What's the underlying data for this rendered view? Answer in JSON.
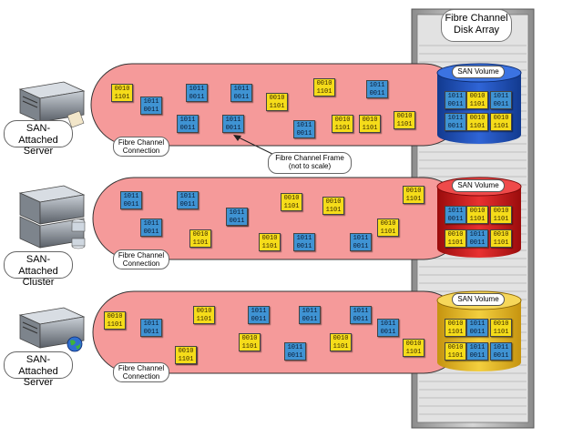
{
  "colors": {
    "connection_fill": "#f59a9a",
    "volume_blue": "#1f4fb8",
    "volume_red": "#d51b1b",
    "volume_yellow": "#e8b71a",
    "frame_blue": "#3f93d3",
    "frame_yellow": "#f5dc1a",
    "rack": "#b8b8b8"
  },
  "disk_array": {
    "title_line1": "Fibre Channel",
    "title_line2": "Disk Array"
  },
  "servers": [
    {
      "line1": "SAN-Attached",
      "line2": "Server"
    },
    {
      "line1": "SAN-Attached",
      "line2": "Cluster"
    },
    {
      "line1": "SAN-Attached",
      "line2": "Server"
    }
  ],
  "connections": [
    {
      "label_line1": "Fibre Channel",
      "label_line2": "Connection",
      "volume_label": "SAN Volume",
      "frames": [
        [
          "0010",
          "1101"
        ],
        [
          "1011",
          "0011"
        ],
        [
          "1011",
          "0011"
        ],
        [
          "1011",
          "0011"
        ],
        [
          "0010",
          "1101"
        ],
        [
          "0010",
          "1101"
        ],
        [
          "1011",
          "0011"
        ],
        [
          "1011",
          "0011"
        ],
        [
          "1011",
          "0011"
        ],
        [
          "1011",
          "0011"
        ],
        [
          "0010",
          "1101"
        ],
        [
          "0010",
          "1101"
        ],
        [
          "0010",
          "1101"
        ]
      ],
      "volume_cells": [
        [
          "1011",
          "0011"
        ],
        [
          "0010",
          "1101"
        ],
        [
          "1011",
          "0011"
        ],
        [
          "1011",
          "0011"
        ],
        [
          "0010",
          "1101"
        ],
        [
          "0010",
          "1101"
        ]
      ]
    },
    {
      "label_line1": "Fibre Channel",
      "label_line2": "Connection",
      "volume_label": "SAN Volume",
      "frames": [
        [
          "1011",
          "0011"
        ],
        [
          "1011",
          "0011"
        ],
        [
          "1011",
          "0011"
        ],
        [
          "1011",
          "0011"
        ],
        [
          "0010",
          "1101"
        ],
        [
          "0010",
          "1101"
        ],
        [
          "0010",
          "1101"
        ],
        [
          "1011",
          "0011"
        ],
        [
          "0010",
          "1101"
        ],
        [
          "1011",
          "0011"
        ],
        [
          "0010",
          "1101"
        ],
        [
          "0010",
          "1101"
        ],
        [
          "1011",
          "0011"
        ]
      ],
      "volume_cells": [
        [
          "1011",
          "0011"
        ],
        [
          "0010",
          "1101"
        ],
        [
          "0010",
          "1101"
        ],
        [
          "0010",
          "1101"
        ],
        [
          "1011",
          "0011"
        ],
        [
          "0010",
          "1101"
        ]
      ]
    },
    {
      "label_line1": "Fibre Channel",
      "label_line2": "Connection",
      "volume_label": "SAN Volume",
      "frames": [
        [
          "0010",
          "1101"
        ],
        [
          "1011",
          "0011"
        ],
        [
          "0010",
          "1101"
        ],
        [
          "1011",
          "0011"
        ],
        [
          "1011",
          "0011"
        ],
        [
          "1011",
          "0011"
        ],
        [
          "0010",
          "1101"
        ],
        [
          "0010",
          "1101"
        ],
        [
          "0010",
          "1101"
        ],
        [
          "1011",
          "0011"
        ],
        [
          "0010",
          "1101"
        ],
        [
          "1011",
          "0011"
        ],
        [
          "0010",
          "1101"
        ]
      ],
      "volume_cells": [
        [
          "0010",
          "1101"
        ],
        [
          "1011",
          "0011"
        ],
        [
          "0010",
          "1101"
        ],
        [
          "0010",
          "1101"
        ],
        [
          "1011",
          "0011"
        ],
        [
          "1011",
          "0011"
        ]
      ]
    }
  ],
  "callout": {
    "line1": "Fibre Channel Frame",
    "line2": "(not to scale)"
  }
}
